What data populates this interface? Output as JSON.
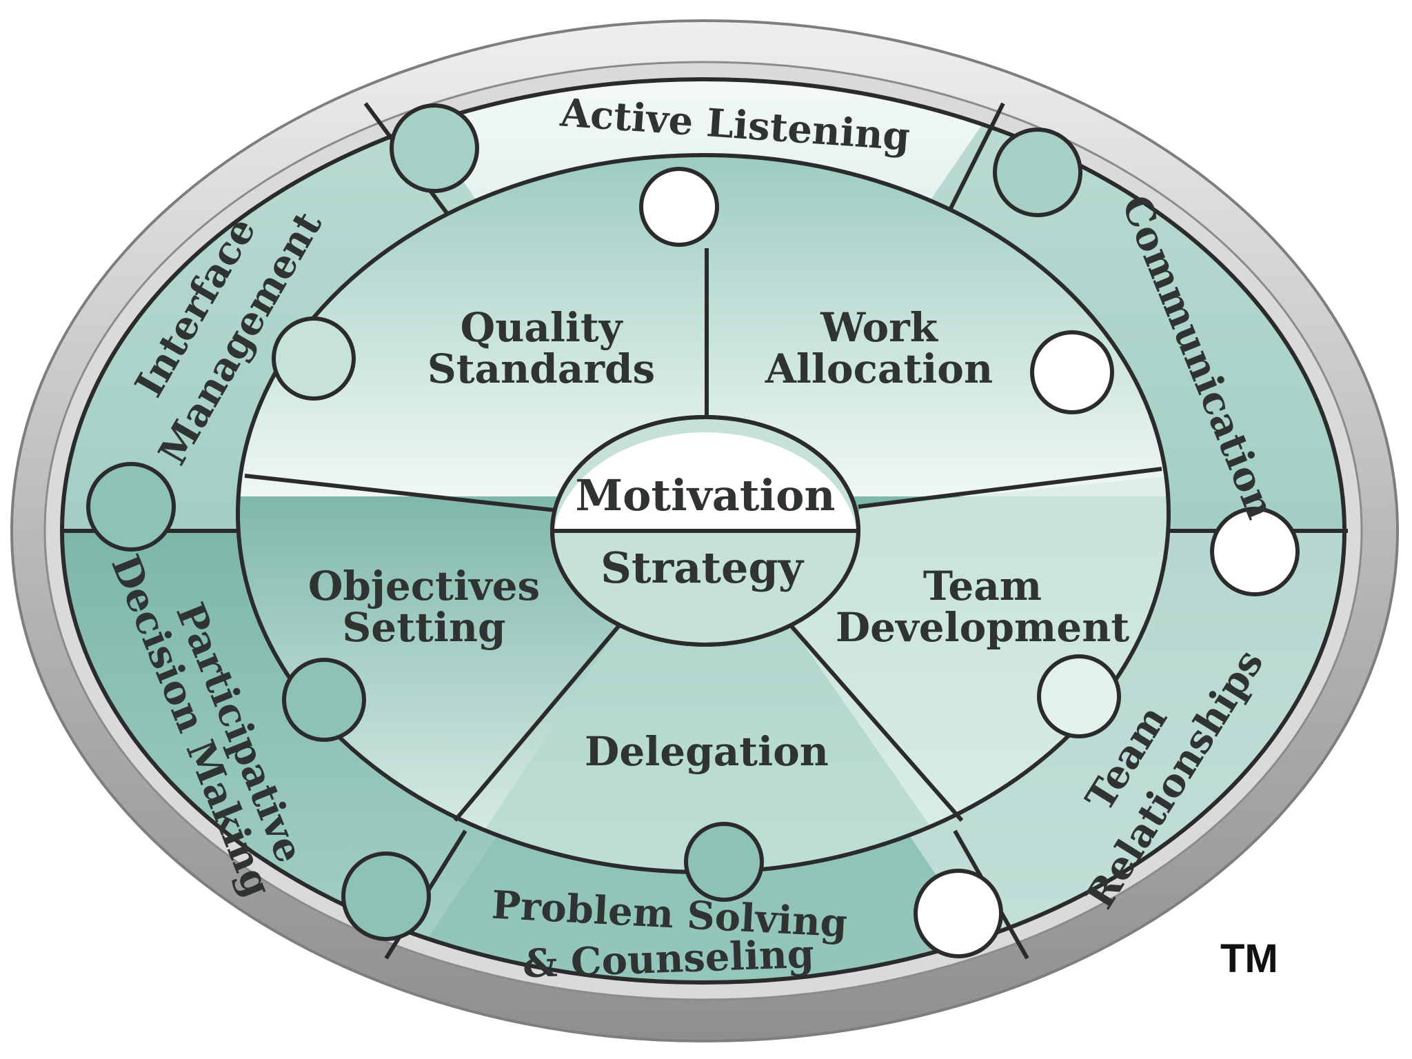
{
  "center": {
    "top": "Motivation",
    "bottom": "Strategy"
  },
  "inner_segments": {
    "quality_standards": [
      "Quality",
      "Standards"
    ],
    "work_allocation": [
      "Work",
      "Allocation"
    ],
    "objectives_setting": [
      "Objectives",
      "Setting"
    ],
    "team_development": [
      "Team",
      "Development"
    ],
    "delegation": "Delegation"
  },
  "outer_ring": {
    "active_listening": "Active Listening",
    "communication": "Communication",
    "interface_management": [
      "Interface",
      "Management"
    ],
    "participative_decision_making": [
      "Participative",
      "Decision Making"
    ],
    "team_relationships": [
      "Team",
      "Relationships"
    ],
    "problem_solving": [
      "Problem Solving",
      "& Counseling"
    ]
  },
  "trademark": "TM",
  "colors": {
    "teal": "#8fc3b8",
    "teal_light": "#e9f4f1",
    "teal_dark": "#6fae9f",
    "outline": "#2b2b2b",
    "frame_gray": "#a9aaa9",
    "frame_light": "#e4e5e4"
  }
}
